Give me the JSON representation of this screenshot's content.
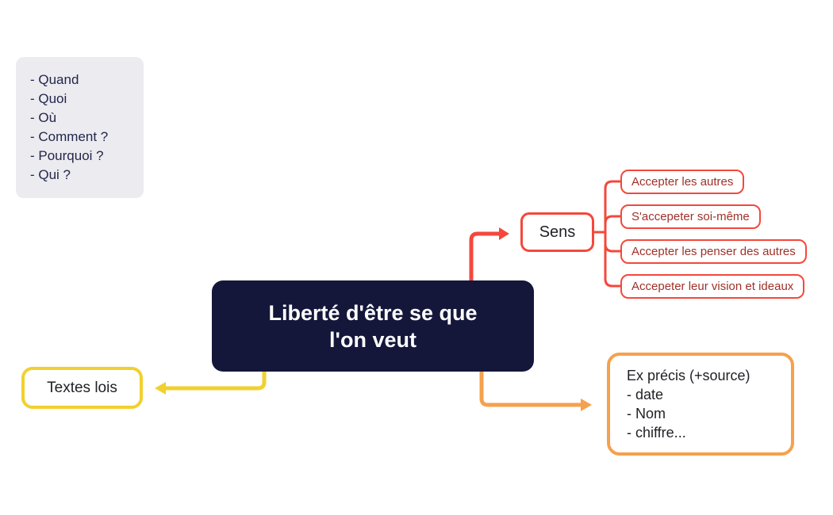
{
  "colors": {
    "red": "#f4483c",
    "red_leaf_text": "#9e3129",
    "yellow": "#f2d02e",
    "orange": "#f5a14d",
    "navy": "#14173a",
    "notes_background": "#ebebf0",
    "notes_text": "#23264a"
  },
  "notes": {
    "items": [
      "- Quand",
      "- Quoi",
      "- Où",
      "- Comment ?",
      "- Pourquoi ?",
      "- Qui ?"
    ]
  },
  "central": {
    "label": "Liberté d'être se que l'on veut",
    "lines": [
      "Liberté d'être se que",
      "l'on veut"
    ]
  },
  "sens": {
    "label": "Sens",
    "children": [
      "Accepter les autres",
      "S'accepeter soi-même",
      "Accepter les penser des autres",
      "Accepeter leur vision et ideaux"
    ]
  },
  "textes": {
    "label": "Textes lois"
  },
  "ex_precis": {
    "lines": [
      "Ex précis (+source)",
      "- date",
      "- Nom",
      "- chiffre..."
    ]
  }
}
